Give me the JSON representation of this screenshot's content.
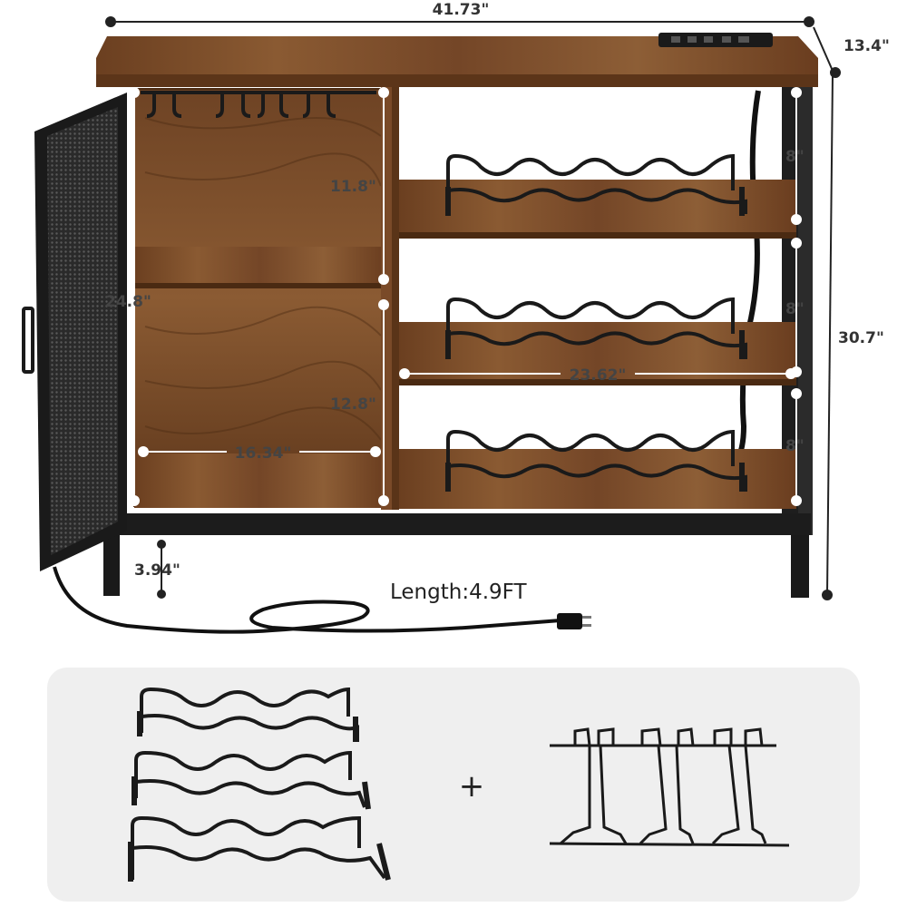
{
  "dimensions": {
    "width": "41.73\"",
    "depth": "13.4\"",
    "height": "30.7\"",
    "cabinet_height": "24.8\"",
    "upper_compartment": "11.8\"",
    "lower_compartment": "12.8\"",
    "cabinet_width": "16.34\"",
    "shelf_width": "23.62\"",
    "shelf_gap_top": "8\"",
    "shelf_gap_middle": "8\"",
    "shelf_gap_bottom": "8\"",
    "leg_height": "3.94\""
  },
  "cord": {
    "label": "Length:4.9FT"
  },
  "accessories": {
    "plus_sign": "+"
  },
  "colors": {
    "wood": "#7a4a28",
    "wood_dark": "#5a3418",
    "frame": "#1a1a1a",
    "panel_bg": "#efefef"
  }
}
